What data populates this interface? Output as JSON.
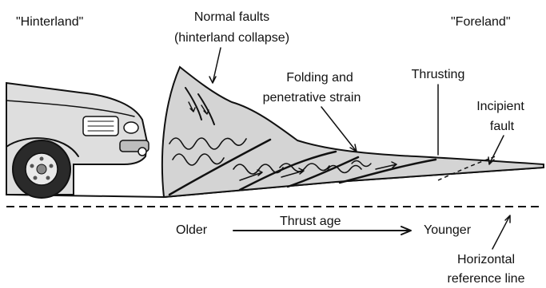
{
  "labels": {
    "hinterland": "\"Hinterland\"",
    "foreland": "\"Foreland\"",
    "normal_faults_1": "Normal faults",
    "normal_faults_2": "(hinterland collapse)",
    "folding_1": "Folding and",
    "folding_2": "penetrative strain",
    "thrusting": "Thrusting",
    "incipient_1": "Incipient",
    "incipient_2": "fault",
    "older": "Older",
    "thrust_age": "Thrust age",
    "younger": "Younger",
    "horizontal_1": "Horizontal",
    "horizontal_2": "reference line"
  },
  "colors": {
    "wedge_fill": "#d4d4d4",
    "ink": "#111111",
    "car_body": "#dedede"
  }
}
